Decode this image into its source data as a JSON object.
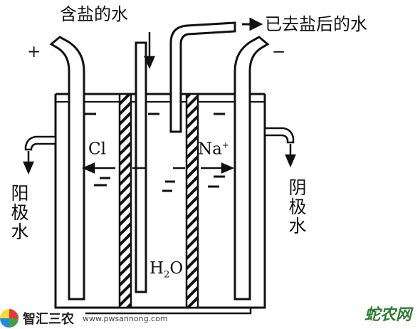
{
  "labels": {
    "inlet": "含盐的水",
    "outlet": "已去盐后的水",
    "anode_sign": "+",
    "cathode_sign": "−",
    "anode_water": "阳极水",
    "cathode_water": "阴极水",
    "ion_cl": "Cl",
    "ion_cl_charge": "",
    "ion_na": "Na",
    "ion_na_charge": "+",
    "water": "H",
    "water_sub": "2",
    "water_end": "O"
  },
  "watermark": {
    "left_name": "智汇三农",
    "left_url": "www.pwsannong.com",
    "right_mark": "蛇农网"
  }
}
